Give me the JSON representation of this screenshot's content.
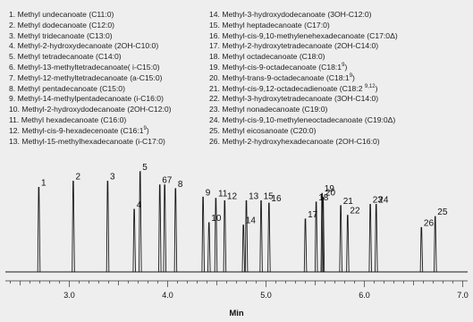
{
  "chart_data": {
    "type": "line",
    "xlabel": "Min",
    "xlim": [
      2.35,
      7.05
    ],
    "ylim": [
      0,
      100
    ],
    "x_ticks": [
      3.0,
      4.0,
      5.0,
      6.0,
      7.0
    ],
    "x_tick_labels": [
      "3.0",
      "4.0",
      "5.0",
      "6.0",
      "7.0"
    ],
    "minor_tick_step": 0.1,
    "grid": false,
    "baseline": 1.5,
    "peaks": [
      {
        "label": "1",
        "x": 2.69,
        "height": 71
      },
      {
        "label": "2",
        "x": 3.04,
        "height": 76
      },
      {
        "label": "3",
        "x": 3.39,
        "height": 76
      },
      {
        "label": "4",
        "x": 3.66,
        "height": 53
      },
      {
        "label": "5",
        "x": 3.72,
        "height": 84
      },
      {
        "label": "6",
        "x": 3.92,
        "height": 73
      },
      {
        "label": "7",
        "x": 3.97,
        "height": 73
      },
      {
        "label": "8",
        "x": 4.08,
        "height": 70
      },
      {
        "label": "9",
        "x": 4.36,
        "height": 63
      },
      {
        "label": "10",
        "x": 4.42,
        "height": 42
      },
      {
        "label": "11",
        "x": 4.49,
        "height": 62
      },
      {
        "label": "12",
        "x": 4.58,
        "height": 60
      },
      {
        "label": "13",
        "x": 4.8,
        "height": 60
      },
      {
        "label": "14",
        "x": 4.77,
        "height": 40
      },
      {
        "label": "15",
        "x": 4.95,
        "height": 60
      },
      {
        "label": "16",
        "x": 5.03,
        "height": 58
      },
      {
        "label": "17",
        "x": 5.4,
        "height": 45
      },
      {
        "label": "18",
        "x": 5.51,
        "height": 59
      },
      {
        "label": "19",
        "x": 5.57,
        "height": 66
      },
      {
        "label": "20",
        "x": 5.58,
        "height": 63
      },
      {
        "label": "21",
        "x": 5.76,
        "height": 56
      },
      {
        "label": "22",
        "x": 5.83,
        "height": 48
      },
      {
        "label": "23",
        "x": 6.06,
        "height": 57
      },
      {
        "label": "24",
        "x": 6.12,
        "height": 57
      },
      {
        "label": "25",
        "x": 6.72,
        "height": 47
      },
      {
        "label": "26",
        "x": 6.58,
        "height": 38
      }
    ],
    "legend": [
      {
        "num": "1.",
        "name": "Methyl undecanoate (C11:0)"
      },
      {
        "num": "2.",
        "name": "Methyl dodecanoate (C12:0)"
      },
      {
        "num": "3.",
        "name": "Methyl tridecanoate (C13:0)"
      },
      {
        "num": "4.",
        "name": "Methyl-2-hydroxydecanoate (2OH-C10:0)"
      },
      {
        "num": "5.",
        "name": "Methyl tetradecanoate (C14:0)"
      },
      {
        "num": "6.",
        "name": "Methyl-13-methyltetradecanoate( i-C15:0)"
      },
      {
        "num": "7.",
        "name": "Methyl-12-methyltetradecanoate (a-C15:0)"
      },
      {
        "num": "8.",
        "name": "Methyl pentadecanoate (C15:0)"
      },
      {
        "num": "9.",
        "name": "Methyl-14-methylpentadecanoate (i-C16:0)"
      },
      {
        "num": "10.",
        "name": "Methyl-2-hydroxydodecanoate (2OH-C12:0)"
      },
      {
        "num": "11.",
        "name": "Methyl hexadecanoate (C16:0)"
      },
      {
        "num": "12.",
        "name": "Methyl-cis-9-hexadecenoate (C16:1",
        "sup": "9",
        "tail": ")"
      },
      {
        "num": "13.",
        "name": "Methyl-15-methylhexadecanoate (i-C17:0)"
      },
      {
        "num": "14.",
        "name": "Methyl-3-hydroxydodecanoate (3OH-C12:0)"
      },
      {
        "num": "15.",
        "name": "Methyl heptadecanoate (C17:0)"
      },
      {
        "num": "16.",
        "name": "Methyl-cis-9,10-methylenehexadecanoate (C17:0Δ)"
      },
      {
        "num": "17.",
        "name": "Methyl-2-hydroxytetradecanoate (2OH-C14:0)"
      },
      {
        "num": "18.",
        "name": "Methyl octadecanoate (C18:0)"
      },
      {
        "num": "19.",
        "name": "Methyl-cis-9-octadecanoate (C18:1",
        "sup": "9",
        "tail": ")"
      },
      {
        "num": "20.",
        "name": "Methyl-trans-9-octadecanoate (C18:1",
        "sup": "9",
        "tail": ")"
      },
      {
        "num": "21.",
        "name": "Methyl-cis-9,12-octadecadienoate (C18:2 ",
        "sup": "9,12",
        "tail": ")"
      },
      {
        "num": "22.",
        "name": "Methyl-3-hydroxytetradecanoate (3OH-C14:0)"
      },
      {
        "num": "23.",
        "name": "Methyl nonadecanoate (C19:0)"
      },
      {
        "num": "24.",
        "name": "Methyl-cis-9,10-methyleneoctadecanoate (C19:0Δ)"
      },
      {
        "num": "25.",
        "name": "Methyl eicosanoate (C20:0)"
      },
      {
        "num": "26.",
        "name": "Methyl-2-hydroxyhexadecanoate (2OH-C16:0)"
      }
    ],
    "colors": {
      "background": "#eeeeee",
      "trace": "#1a1a1a",
      "axis": "#333333"
    }
  }
}
